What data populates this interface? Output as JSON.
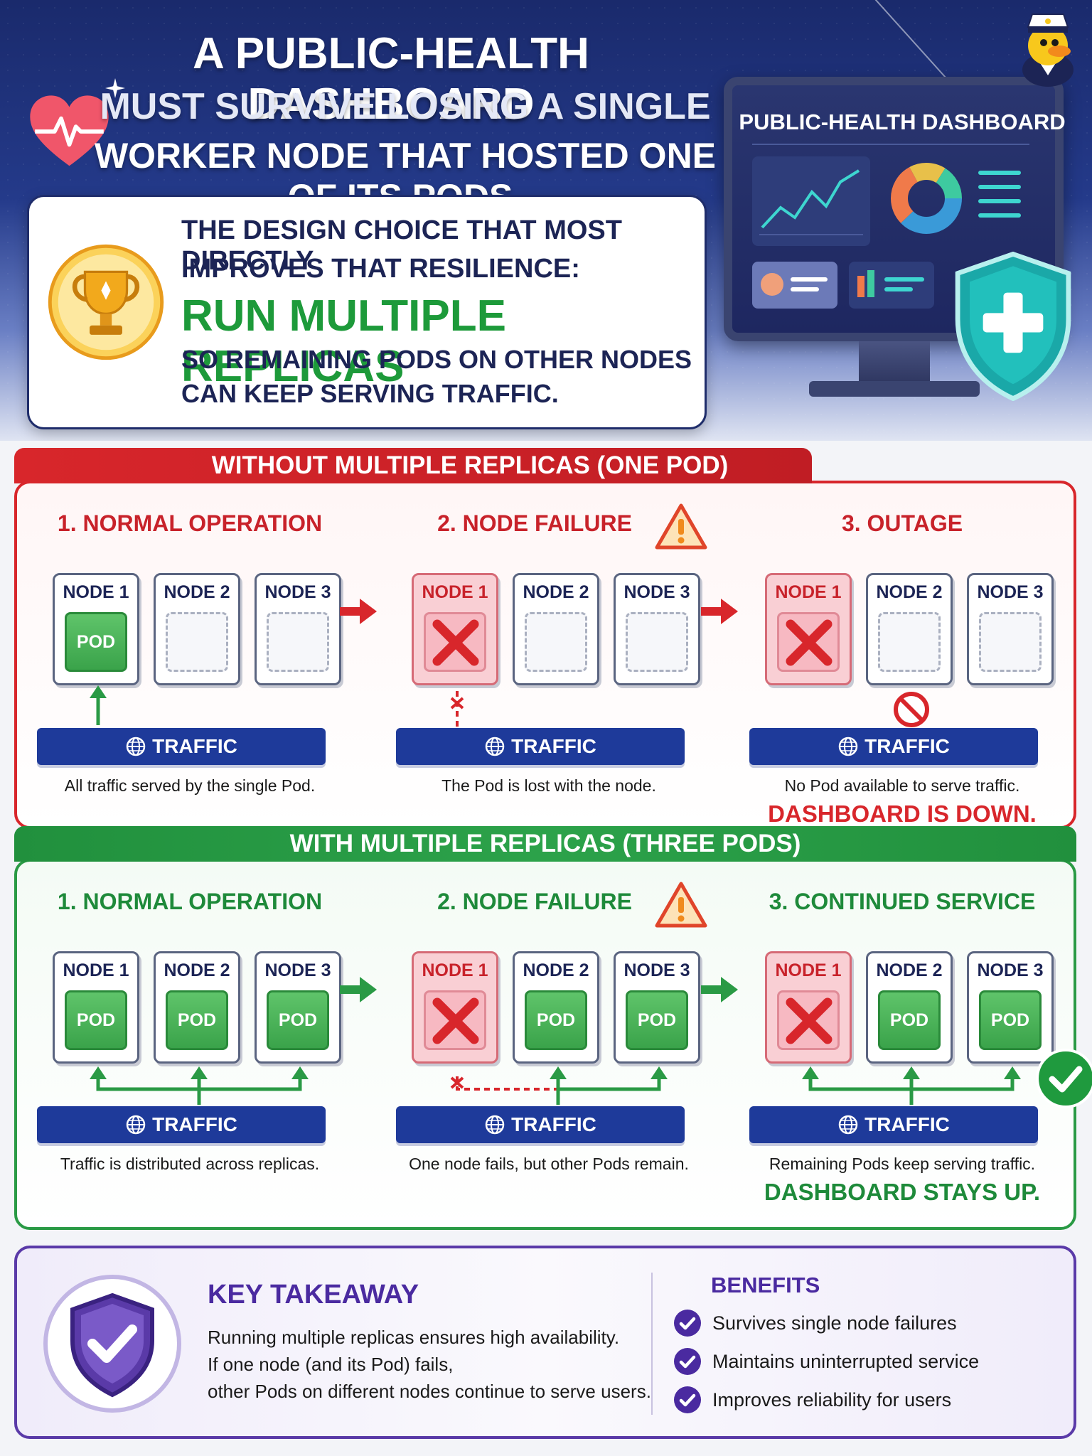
{
  "hero": {
    "title_line_1": "A PUBLIC-HEALTH DASHBOARD",
    "title_line_2": "MUST SURVIVE LOSING A SINGLE",
    "title_line_3": "WORKER NODE THAT HOSTED ONE OF ITS PODS."
  },
  "answer": {
    "question_line_1": "THE DESIGN CHOICE THAT MOST DIRECTLY",
    "question_line_2": "IMPROVES THAT RESILIENCE:",
    "main": "RUN MULTIPLE REPLICAS",
    "sub_line_1": "SO REMAINING PODS ON OTHER NODES",
    "sub_line_2": "CAN KEEP SERVING TRAFFIC."
  },
  "monitor": {
    "title": "PUBLIC-HEALTH DASHBOARD"
  },
  "without": {
    "banner": "WITHOUT MULTIPLE REPLICAS (ONE POD)",
    "panels": [
      {
        "title": "1. NORMAL OPERATION",
        "caption": "All traffic served by the single Pod."
      },
      {
        "title": "2. NODE FAILURE",
        "caption": "The Pod is lost with the node."
      },
      {
        "title": "3. OUTAGE",
        "caption": "No Pod available to serve traffic.",
        "verdict": "DASHBOARD IS DOWN."
      }
    ]
  },
  "with": {
    "banner": "WITH MULTIPLE REPLICAS (THREE PODS)",
    "panels": [
      {
        "title": "1. NORMAL OPERATION",
        "caption": "Traffic is distributed across replicas."
      },
      {
        "title": "2. NODE FAILURE",
        "caption": "One node fails, but other Pods remain."
      },
      {
        "title": "3. CONTINUED SERVICE",
        "caption": "Remaining Pods keep serving traffic.",
        "verdict": "DASHBOARD STAYS UP."
      }
    ]
  },
  "labels": {
    "node_1": "NODE 1",
    "node_2": "NODE 2",
    "node_3": "NODE 3",
    "pod": "POD",
    "traffic": "TRAFFIC"
  },
  "takeaway": {
    "title": "KEY TAKEAWAY",
    "line_1": "Running multiple replicas ensures high availability.",
    "line_2": "If one node (and its Pod) fails,",
    "line_3": "other Pods on different nodes continue to serve users.",
    "benefits_title": "BENEFITS",
    "benefits": [
      "Survives single node failures",
      "Maintains uninterrupted service",
      "Improves reliability for users"
    ]
  },
  "colors": {
    "red": "#d8262b",
    "green": "#2a9a45",
    "navy": "#1e3a9a",
    "purple": "#5a3aa8"
  }
}
